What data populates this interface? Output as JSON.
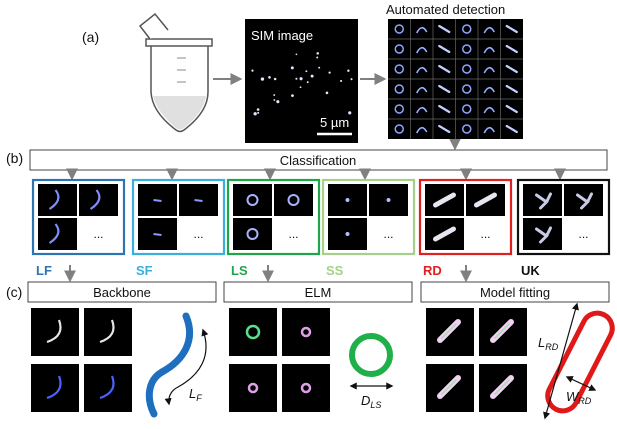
{
  "panels": {
    "a": "(a)",
    "b": "(b)",
    "c": "(c)"
  },
  "sim": {
    "label": "SIM image",
    "scale_bar": "5 µm"
  },
  "detection": {
    "title": "Automated detection"
  },
  "classification": {
    "title": "Classification",
    "classes": [
      {
        "code": "LF",
        "color": "#2e74b5"
      },
      {
        "code": "SF",
        "color": "#3aaedc"
      },
      {
        "code": "LS",
        "color": "#1fa64a"
      },
      {
        "code": "SS",
        "color": "#a6d08a"
      },
      {
        "code": "RD",
        "color": "#e02020"
      },
      {
        "code": "UK",
        "color": "#111111"
      }
    ],
    "ellipsis": "..."
  },
  "analysis": {
    "backbone": "Backbone",
    "elm": "ELM",
    "model": "Model fitting"
  },
  "symbols": {
    "lf": {
      "base": "L",
      "sub": "F"
    },
    "dls": {
      "base": "D",
      "sub": "LS"
    },
    "lrd": {
      "base": "L",
      "sub": "RD"
    },
    "wrd": {
      "base": "W",
      "sub": "RD"
    }
  },
  "colors": {
    "backbone_curve": "#1f6fbf",
    "ring": "#1fb04a",
    "rod": "#e01818",
    "arrow": "#808080"
  }
}
